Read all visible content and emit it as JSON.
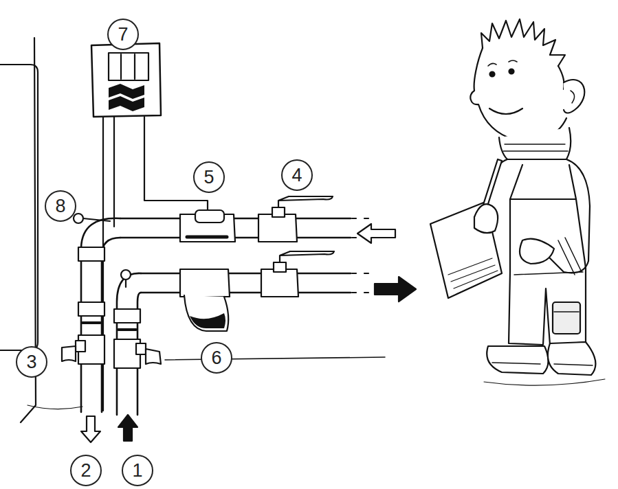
{
  "diagram": {
    "nodes": [
      {
        "text": [
          "7"
        ]
      },
      {
        "text": [
          "5"
        ]
      },
      {
        "text": [
          "4"
        ]
      },
      {
        "text": [
          "8"
        ]
      },
      {
        "text": [
          "6"
        ]
      },
      {
        "text": [
          "3"
        ]
      },
      {
        "text": [
          "2"
        ]
      },
      {
        "text": [
          "1"
        ]
      }
    ]
  }
}
